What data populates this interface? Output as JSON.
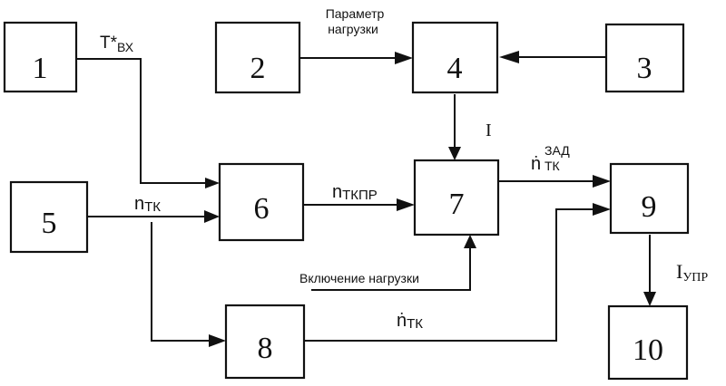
{
  "blocks": [
    {
      "id": "1",
      "label": "1"
    },
    {
      "id": "2",
      "label": "2"
    },
    {
      "id": "3",
      "label": "3"
    },
    {
      "id": "4",
      "label": "4"
    },
    {
      "id": "5",
      "label": "5"
    },
    {
      "id": "6",
      "label": "6"
    },
    {
      "id": "7",
      "label": "7"
    },
    {
      "id": "8",
      "label": "8"
    },
    {
      "id": "9",
      "label": "9"
    },
    {
      "id": "10",
      "label": "10"
    }
  ],
  "signals": {
    "t_in": {
      "main": "T*",
      "sub": "ВХ"
    },
    "load_param": {
      "line1": "Параметр",
      "line2": "нагрузки"
    },
    "current": {
      "main": "I"
    },
    "n_tk": {
      "main": "n",
      "sub": "ТК"
    },
    "n_tkpr": {
      "main": "n",
      "sub": "ТКПР"
    },
    "n_dot_zad": {
      "main": "ṅ",
      "sup": "ЗАД",
      "sub": "ТК"
    },
    "load_on": {
      "text": "Включение нагрузки"
    },
    "n_dot_tk": {
      "main": "ṅ",
      "sub": "ТК"
    },
    "i_upr": {
      "main": "I",
      "sub": "УПР"
    }
  },
  "connections": [
    {
      "from": "1",
      "to": "6",
      "signal": "T*ВХ"
    },
    {
      "from": "2",
      "to": "4",
      "signal": "Параметр нагрузки"
    },
    {
      "from": "3",
      "to": "4",
      "signal": ""
    },
    {
      "from": "4",
      "to": "7",
      "signal": "I"
    },
    {
      "from": "5",
      "to": "6",
      "signal": "nТК"
    },
    {
      "from": "5",
      "to": "8",
      "signal": "nТК"
    },
    {
      "from": "6",
      "to": "7",
      "signal": "nТКПР"
    },
    {
      "from": "external",
      "to": "7",
      "signal": "Включение нагрузки"
    },
    {
      "from": "7",
      "to": "9",
      "signal": "ṅЗАД ТК"
    },
    {
      "from": "8",
      "to": "9",
      "signal": "ṅТК"
    },
    {
      "from": "9",
      "to": "10",
      "signal": "IУПР"
    }
  ]
}
